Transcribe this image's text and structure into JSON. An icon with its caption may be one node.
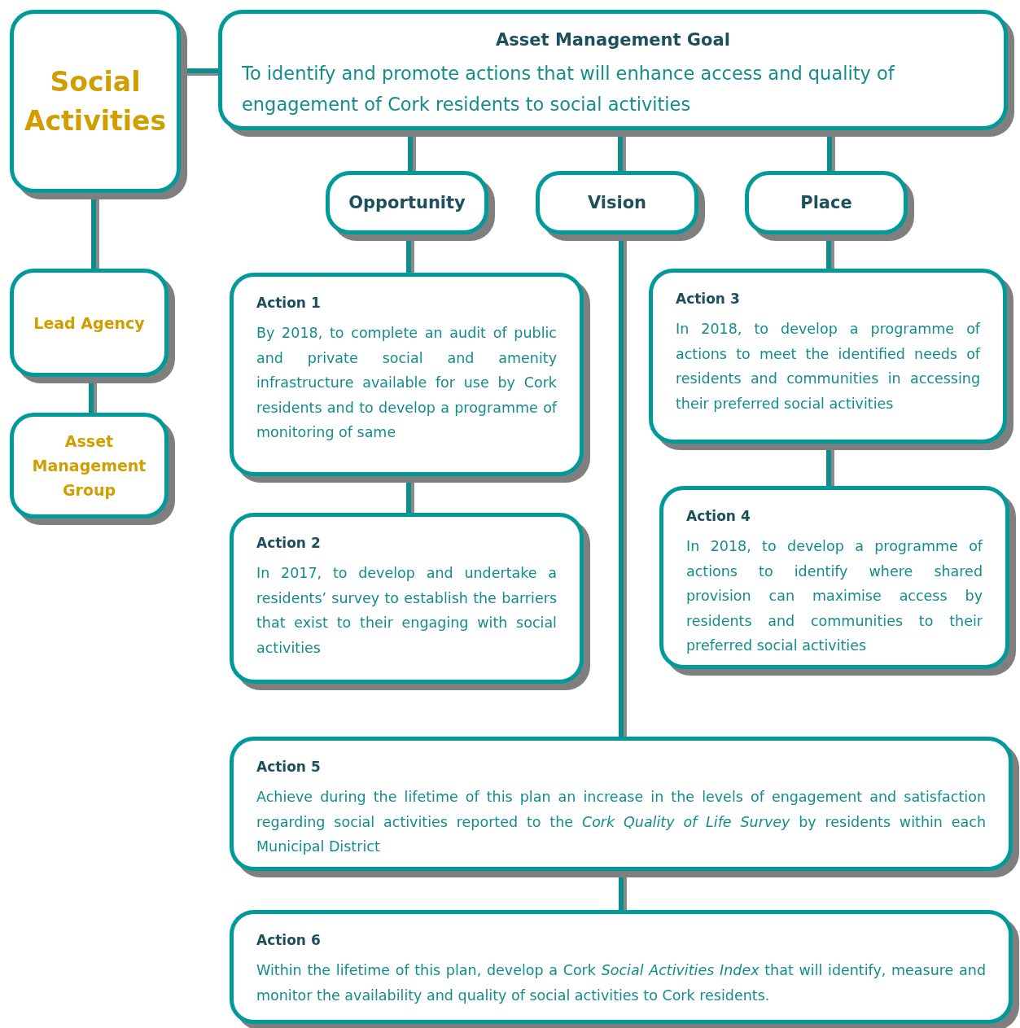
{
  "diagram": {
    "nodes": [
      {
        "text": [
          "Social Activities"
        ]
      },
      {
        "text": [
          "Lead Agency"
        ]
      },
      {
        "text": [
          "Asset Management Group"
        ]
      },
      {
        "text": [
          "Asset Management Goal",
          "To identify and promote actions that will enhance access and quality of engagement of Cork residents to social activities"
        ]
      },
      {
        "text": [
          "Opportunity"
        ]
      },
      {
        "text": [
          "Vision"
        ]
      },
      {
        "text": [
          "Place"
        ]
      },
      {
        "text": [
          "Action 1",
          "By 2018, to complete an audit of public and private social and amenity infrastructure available for use by Cork residents and to develop a programme of monitoring of same"
        ]
      },
      {
        "text": [
          "Action 2",
          "In 2017, to develop and undertake a residents’ survey to establish the barriers that exist to their engaging with social activities"
        ]
      },
      {
        "text": [
          "Action 3",
          "In 2018, to develop a programme of actions to meet the identified needs of residents and communities in accessing their preferred social activities"
        ]
      },
      {
        "text": [
          "Action 4",
          "In 2018, to develop a programme of actions to identify where shared provision can maximise access by residents and communities to their preferred social activities"
        ]
      },
      {
        "text": [
          "Action 5",
          "Achieve during the lifetime of this plan an increase in the levels of engagement and satisfaction regarding social activities reported to the *Cork Quality of Life Survey* by residents within each Municipal District"
        ]
      },
      {
        "text": [
          "Action 6",
          "Within the lifetime of this plan, develop a Cork *Social Activities Index* that will identify, measure and monitor the availability and quality of social activities to Cork residents."
        ]
      }
    ],
    "edges": [
      {
        "from": 0,
        "to": 1,
        "arrow": "none"
      },
      {
        "from": 1,
        "to": 2,
        "arrow": "none"
      },
      {
        "from": 0,
        "to": 3,
        "arrow": "none"
      },
      {
        "from": 3,
        "to": 4,
        "arrow": "none"
      },
      {
        "from": 3,
        "to": 5,
        "arrow": "none"
      },
      {
        "from": 3,
        "to": 6,
        "arrow": "none"
      },
      {
        "from": 4,
        "to": 7,
        "arrow": "none"
      },
      {
        "from": 7,
        "to": 8,
        "arrow": "none"
      },
      {
        "from": 6,
        "to": 9,
        "arrow": "none"
      },
      {
        "from": 9,
        "to": 10,
        "arrow": "none"
      },
      {
        "from": 5,
        "to": 11,
        "arrow": "none"
      },
      {
        "from": 11,
        "to": 12,
        "arrow": "none"
      }
    ]
  }
}
